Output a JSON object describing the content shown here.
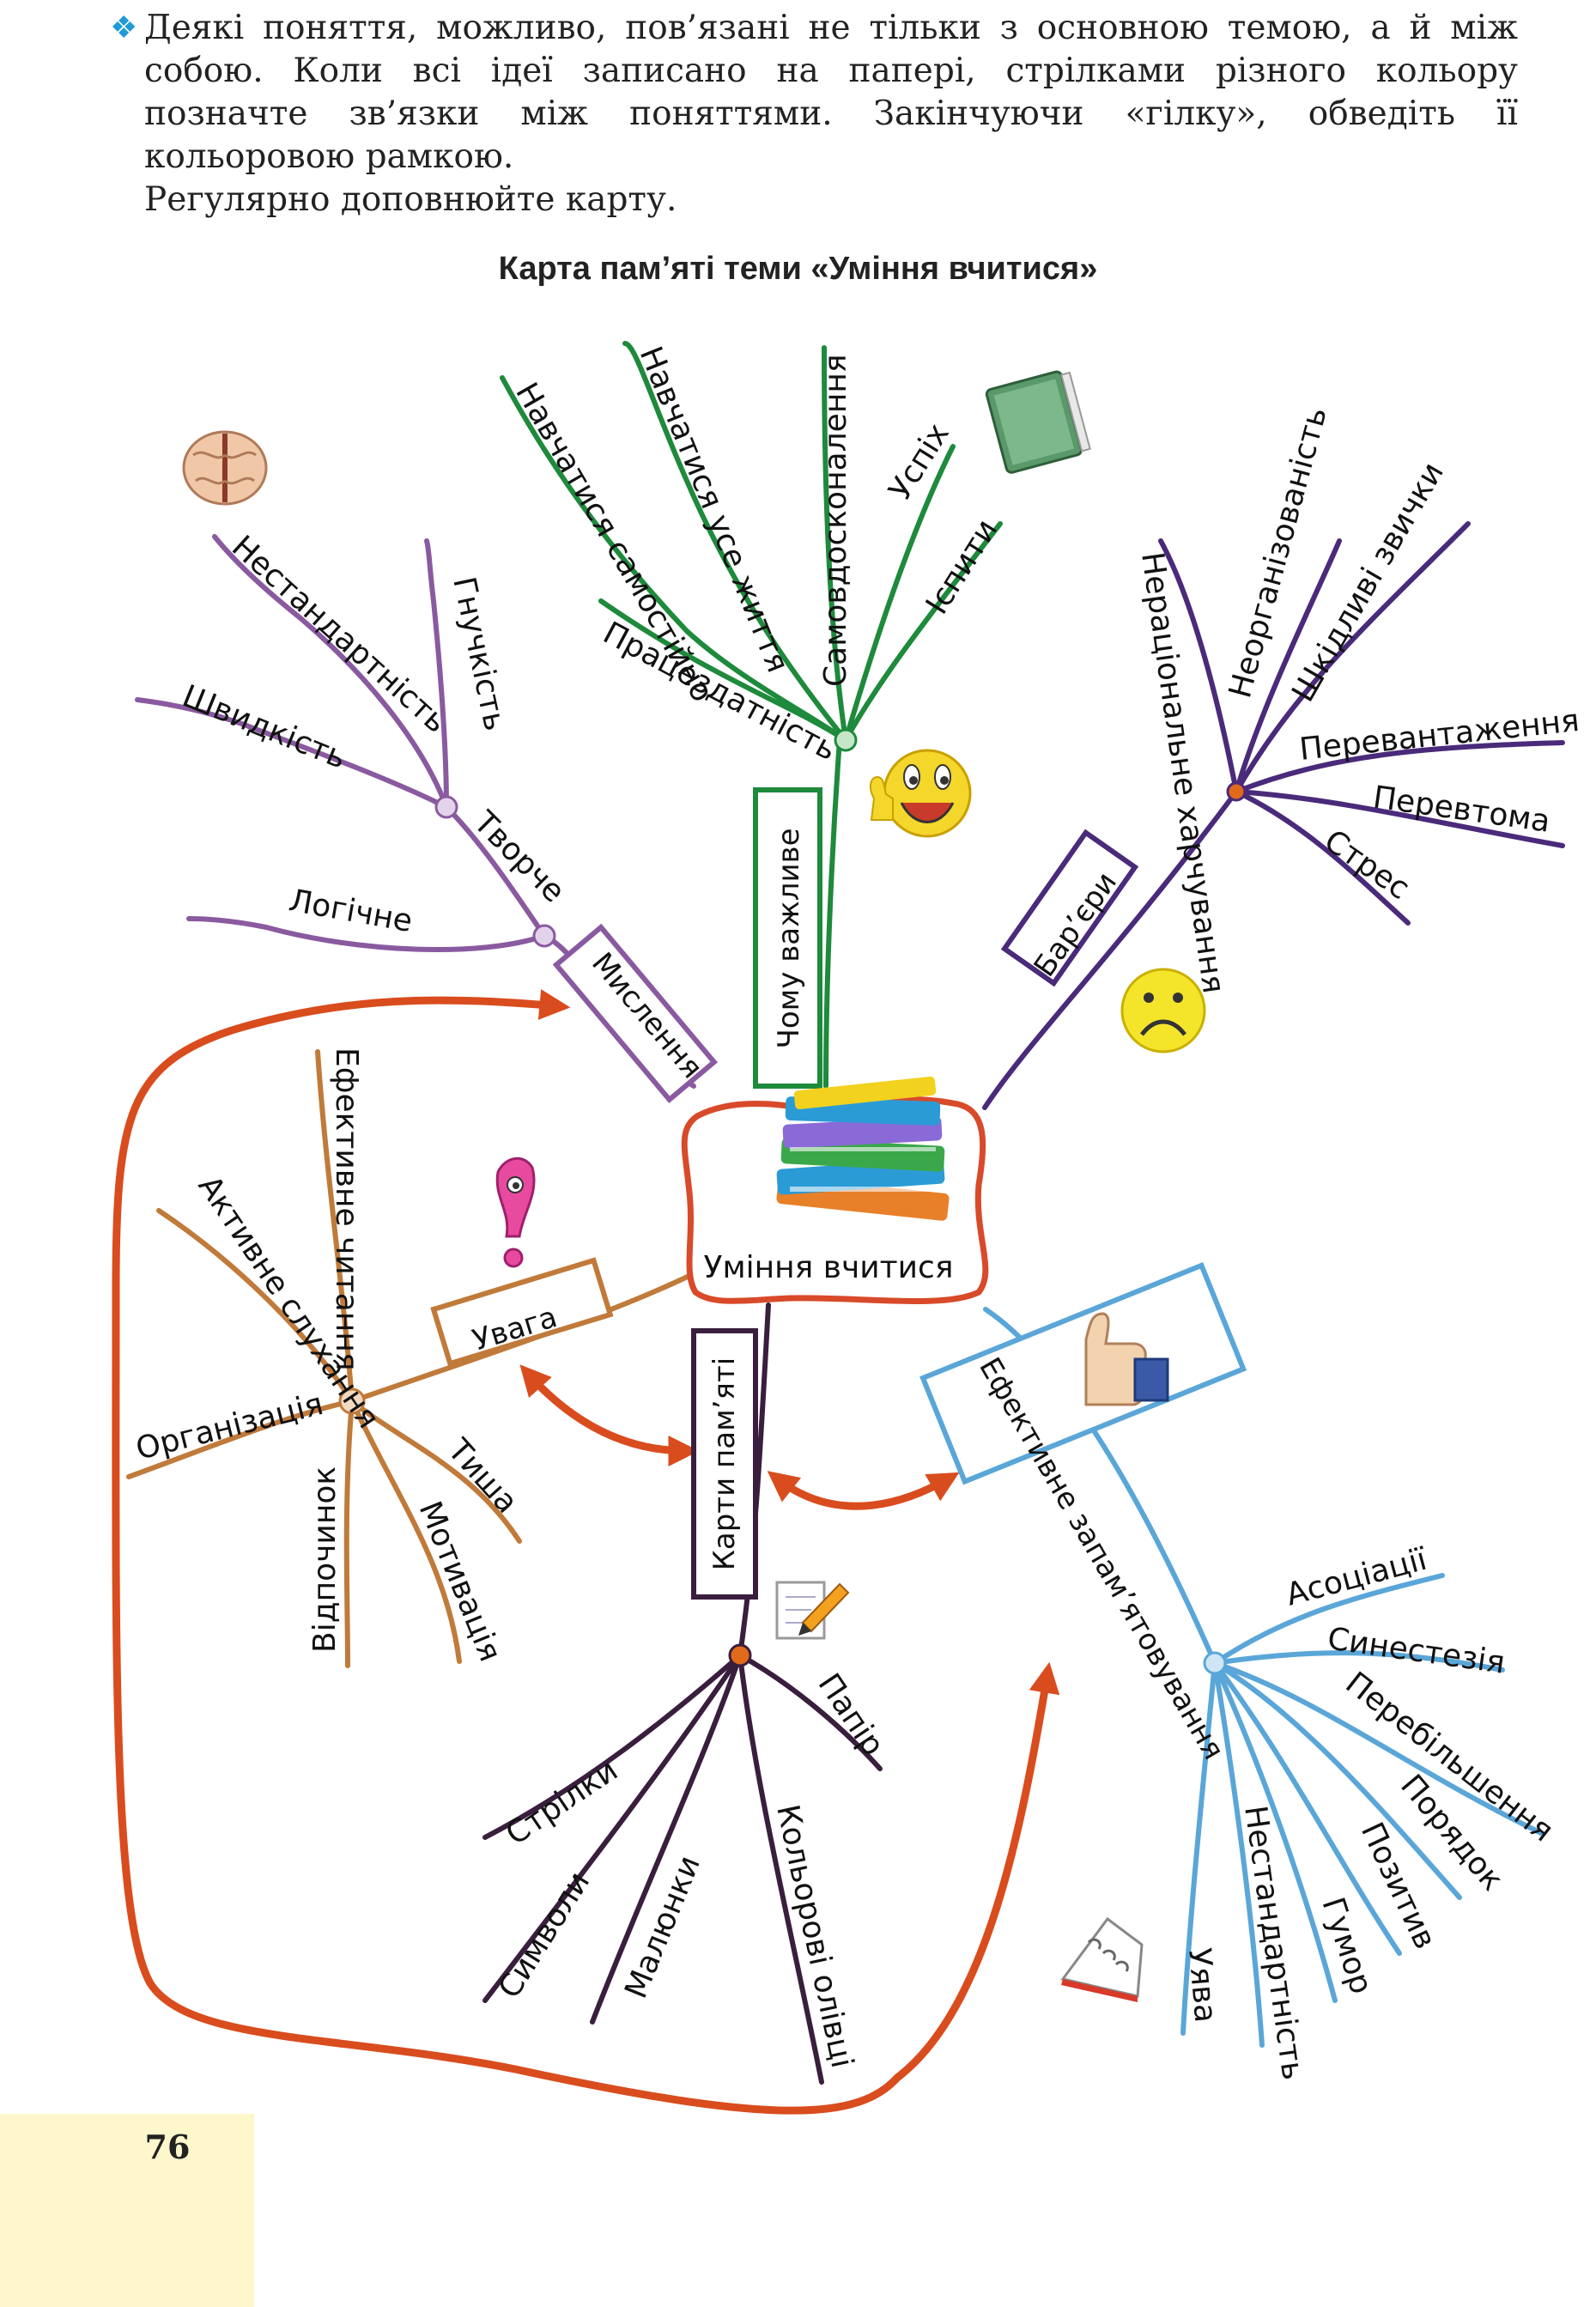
{
  "intro": {
    "bullet": "❖",
    "paragraph": "Деякі поняття, можливо, пов’язані не тільки з основною темою, а й між собою. Коли всі ідеї записано на папері, стрілками різного кольору позначте зв’язки між поняттями. Закінчуючи «гілку», обведіть її кольоровою рамкою.",
    "line2": "Регулярно доповнюйте карту."
  },
  "title": "Карта пам’яті теми «Уміння вчитися»",
  "center": "Уміння вчитися",
  "branches": {
    "important": {
      "label": "Чому важливе",
      "color": "#1e8a3c",
      "leaves": [
        "Навчатися самостійно",
        "Навчатися усе життя",
        "Самовдосконалення",
        "Успіх",
        "Іспити",
        "Працездатність"
      ]
    },
    "thinking": {
      "label": "Мислення",
      "color": "#8a5aa0",
      "sub": "Творче",
      "subleaves": [
        "Нестандартність",
        "Гнучкість",
        "Швидкість"
      ],
      "leaves": [
        "Логічне"
      ]
    },
    "barriers": {
      "label": "Бар’єри",
      "color": "#4a2a7a",
      "leaves": [
        "Нераціональне харчування",
        "Неорганізованість",
        "Шкідливі звички",
        "Перевантаження",
        "Перевтома",
        "Стрес"
      ]
    },
    "attention": {
      "label": "Увага",
      "color": "#c07a3a",
      "leaves": [
        "Ефективне читання",
        "Активне слухання",
        "Організація",
        "Відпочинок",
        "Тиша",
        "Мотивація"
      ]
    },
    "mindmaps": {
      "label": "Карти пам’яті",
      "color": "#3a1e3e",
      "leaves": [
        "Стрілки",
        "Символи",
        "Малюнки",
        "Кольорові олівці",
        "Папір"
      ]
    },
    "memory": {
      "label": "Ефективне запам’ятовування",
      "color": "#5aa6d8",
      "leaves": [
        "Асоціації",
        "Синестезія",
        "Перебільшення",
        "Порядок",
        "Позитив",
        "Гумор",
        "Нестандартність",
        "Уява"
      ]
    }
  },
  "arrow_color": "#d94c1e",
  "page_number": "76"
}
